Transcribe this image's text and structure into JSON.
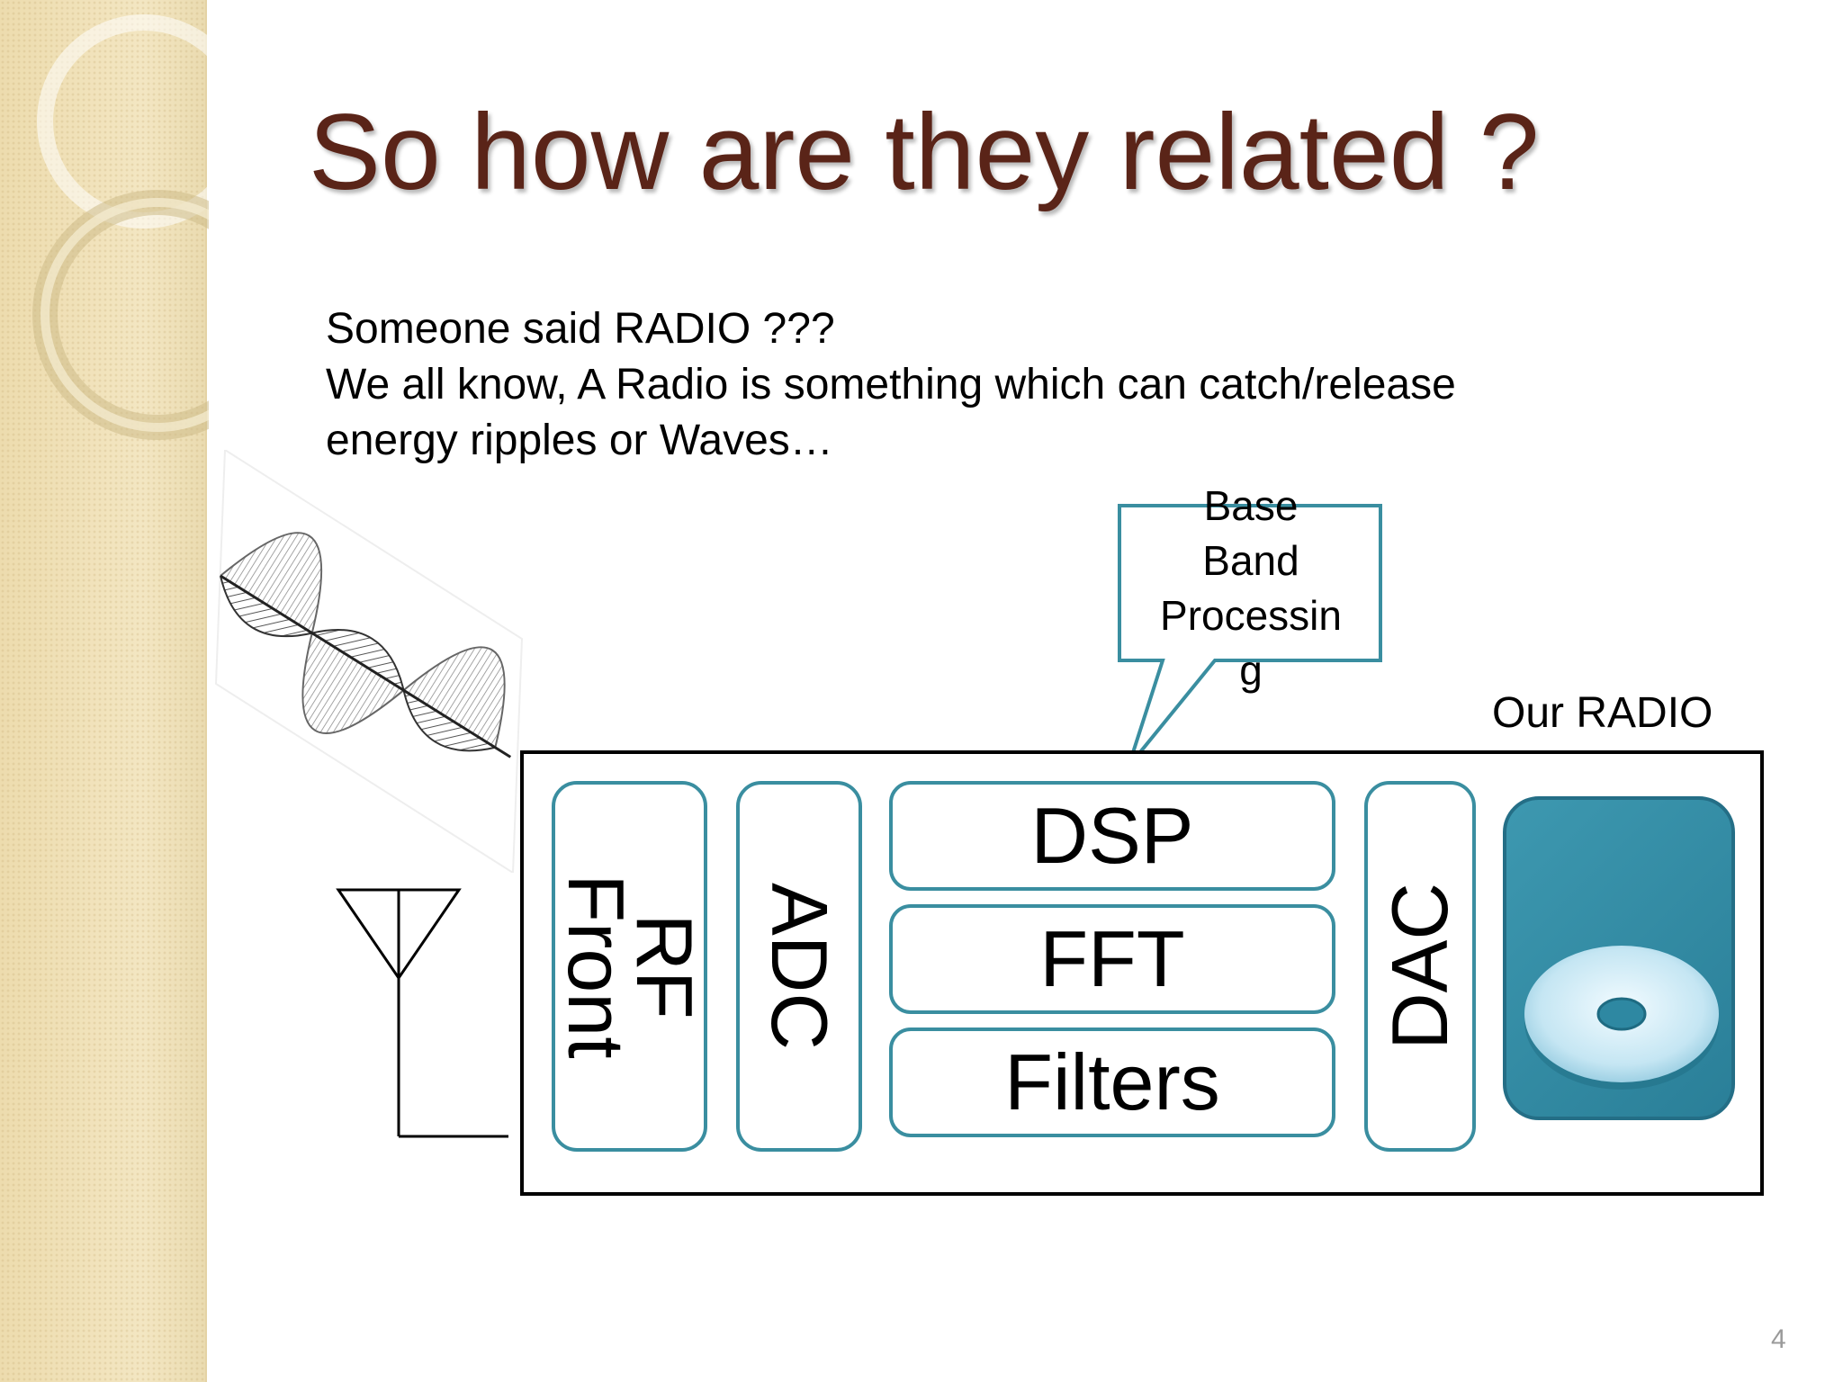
{
  "slide": {
    "title": "So how are they related ?",
    "intro_lines": [
      "Someone said RADIO ???",
      "We all know, A Radio is something which can catch/release",
      "energy ripples or Waves…"
    ],
    "page_number": "4"
  },
  "diagram": {
    "radio_caption": "Our RADIO",
    "callout_lines": [
      "Base",
      "Band",
      "Processin",
      "g"
    ],
    "blocks": {
      "rf_front": [
        "RF",
        "Front"
      ],
      "adc": "ADC",
      "dsp": "DSP",
      "fft": "FFT",
      "filters": "Filters",
      "dac": "DAC"
    },
    "output_icon": "speaker-disc-icon",
    "antenna_icon": "antenna-icon",
    "wave_icon": "em-wave-icon"
  },
  "colors": {
    "title": "#5a2418",
    "block_border": "#3a8ea0",
    "output_fill": "#2e88a2",
    "sidebar": "#efe1b6"
  }
}
